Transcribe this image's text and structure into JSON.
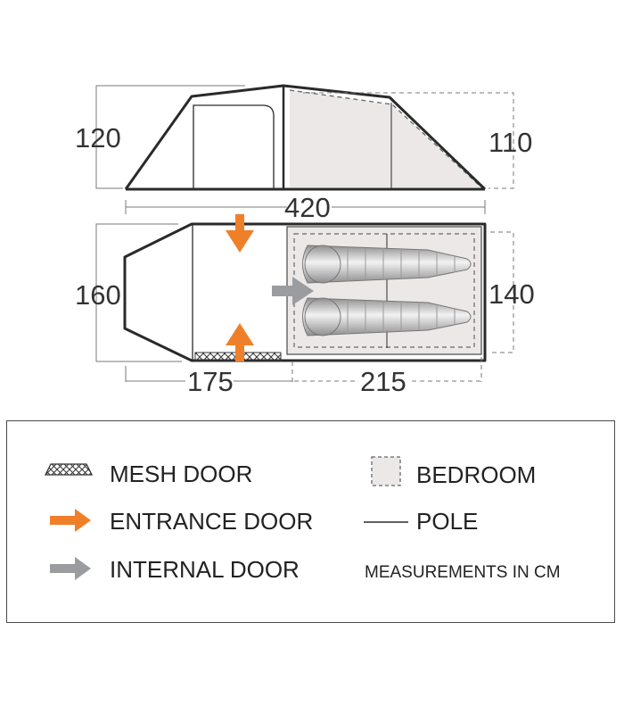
{
  "dimensions": {
    "side_height_front": "120",
    "side_height_rear": "110",
    "total_length": "420",
    "plan_width_front": "160",
    "plan_width_bedroom": "140",
    "front_length": "175",
    "bedroom_length": "215"
  },
  "legend": {
    "mesh_door": "MESH DOOR",
    "entrance_door": "ENTRANCE DOOR",
    "internal_door": "INTERNAL DOOR",
    "bedroom": "BEDROOM",
    "pole": "POLE",
    "units_note": "MEASUREMENTS IN CM"
  },
  "colors": {
    "outline": "#2a2a2a",
    "bedroom_fill": "#ece8e8",
    "entrance_door": "#f07f2a",
    "internal_door": "#9a9ca0",
    "sleeping_bag": "#c8c8c8",
    "dimension_line": "#7a7a7a"
  }
}
